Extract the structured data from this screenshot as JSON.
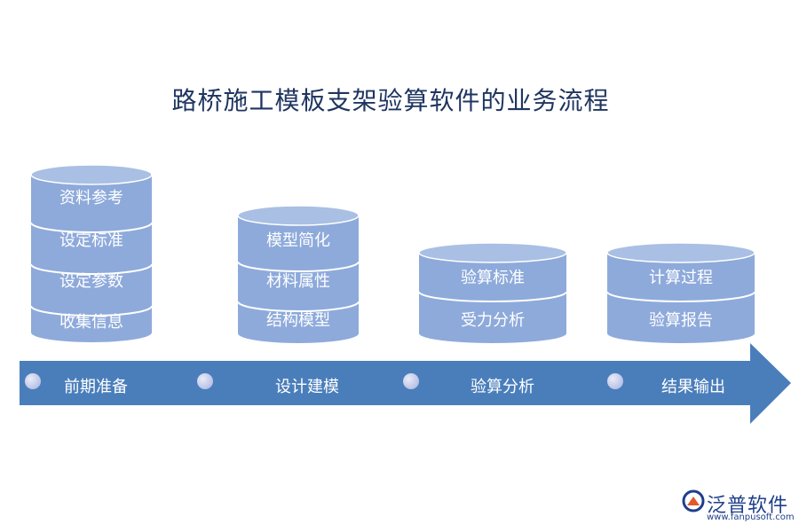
{
  "title": "路桥施工模板支架验算软件的业务流程",
  "stacks": [
    {
      "stage": "前期准备",
      "items": [
        "资料参考",
        "设定标准",
        "设定参数",
        "收集信息"
      ]
    },
    {
      "stage": "设计建模",
      "items": [
        "模型简化",
        "材料属性",
        "结构模型"
      ]
    },
    {
      "stage": "验算分析",
      "items": [
        "验算标准",
        "受力分析"
      ]
    },
    {
      "stage": "结果输出",
      "items": [
        "计算过程",
        "验算报告"
      ]
    }
  ],
  "colors": {
    "title": "#1f3560",
    "disc_fill": "#8eaadb",
    "disc_top": "#a9bfe4",
    "disc_edge": "#ffffff",
    "arrow": "#4a7ebb",
    "logo": "#1e3f8a"
  },
  "logo": {
    "text": "泛普软件",
    "url": "www.fanpusoft.com"
  }
}
